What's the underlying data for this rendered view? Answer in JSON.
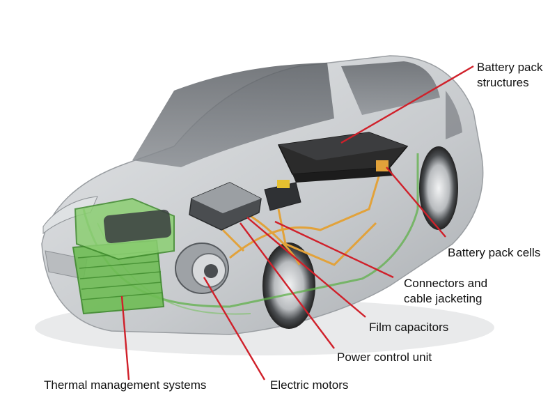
{
  "colors": {
    "leader_line": "#d0202a",
    "car_body": "#c9cccf",
    "glass": "#6f7377",
    "battery": "#2b2b2b",
    "thermal_green": "#5fb04a",
    "cable_orange": "#e2a23a",
    "label_text": "#111111"
  },
  "labels": {
    "battery_pack_structures": [
      "Battery pack",
      "structures"
    ],
    "battery_pack_cells": "Battery pack cells",
    "connectors": [
      "Connectors and",
      "cable jacketing"
    ],
    "film_capacitors": "Film capacitors",
    "power_control_unit": "Power control unit",
    "electric_motors": "Electric motors",
    "thermal_management": "Thermal management systems"
  }
}
